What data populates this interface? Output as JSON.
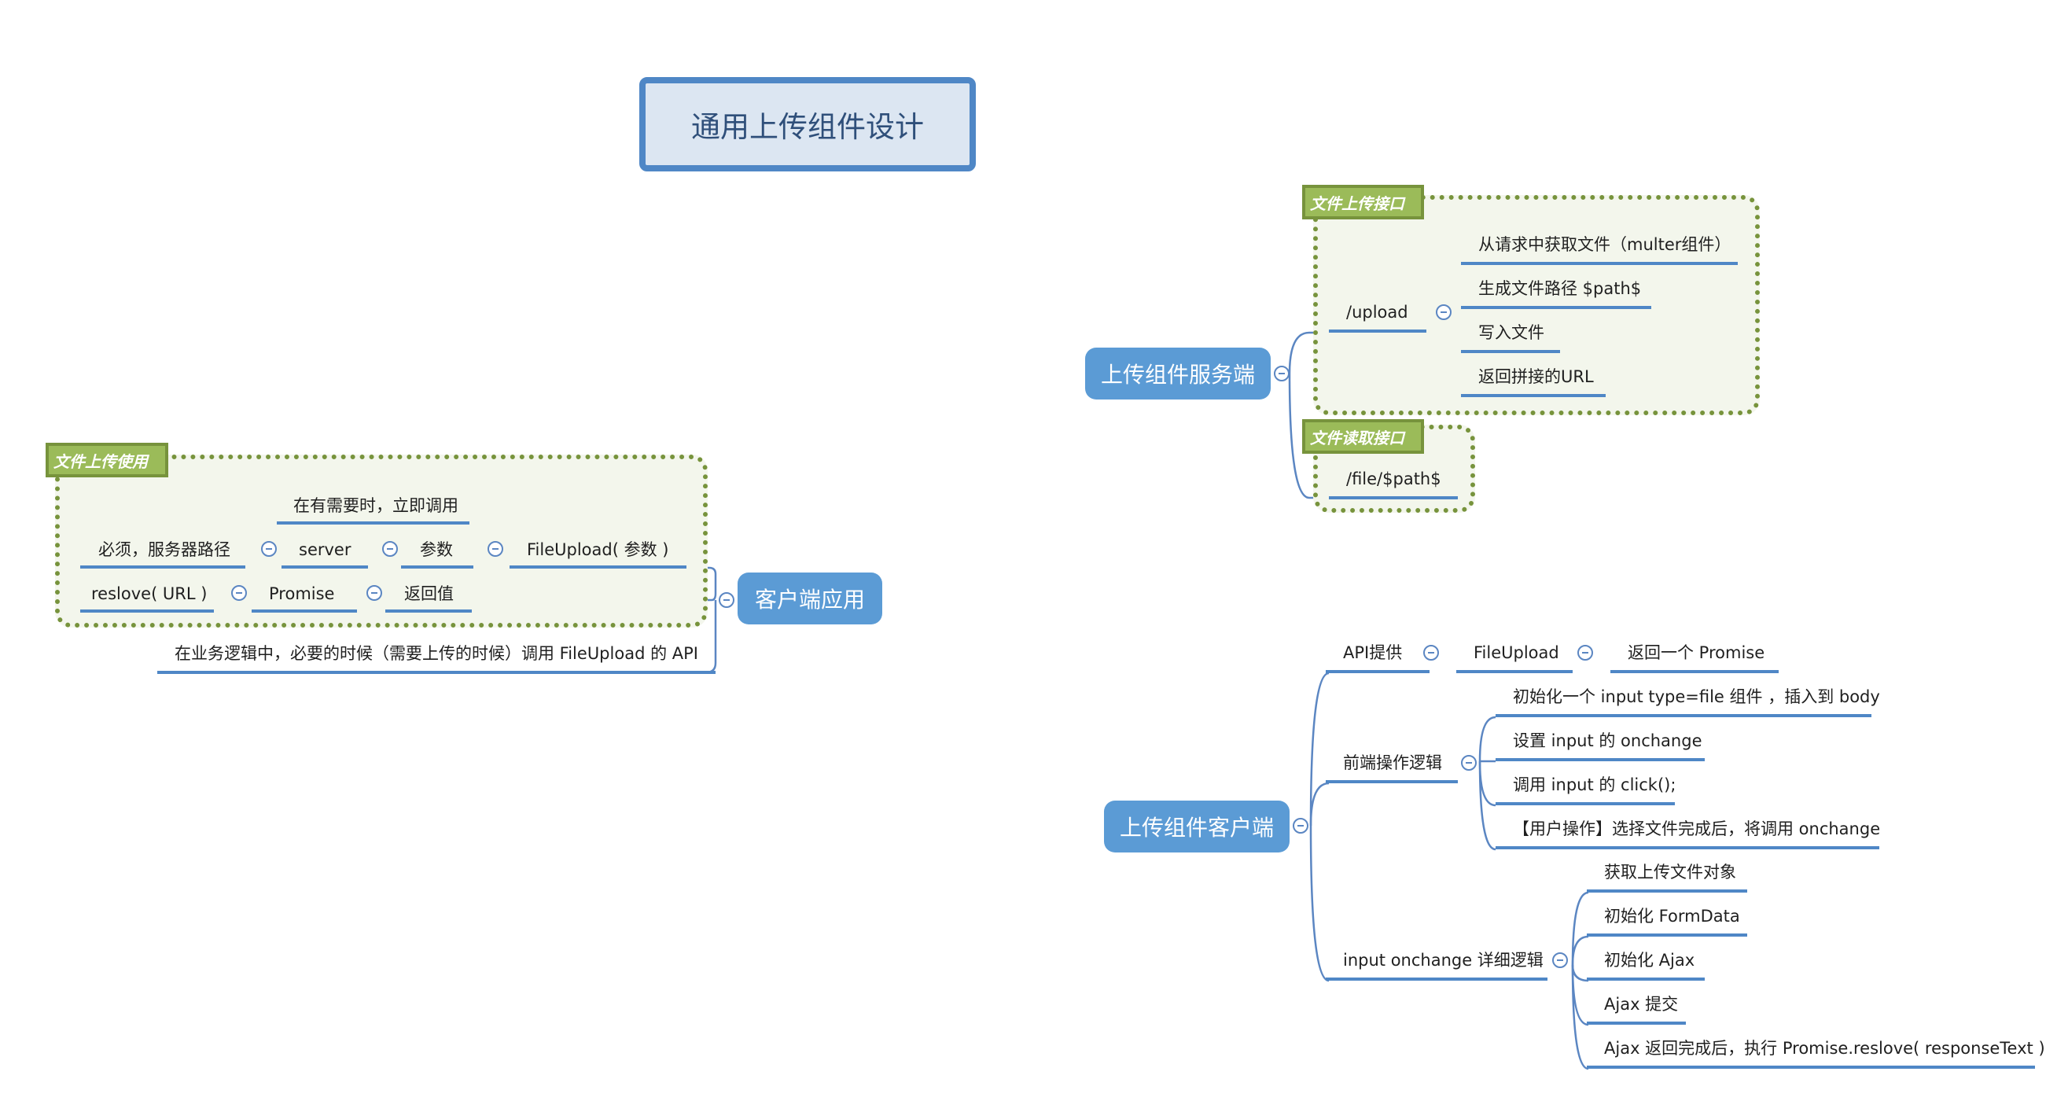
{
  "title": "通用上传组件设计",
  "client_app": {
    "label": "客户端应用",
    "boundary_label": "文件上传使用",
    "immediate_call": "在有需要时，立即调用",
    "required_server_path": "必须，服务器路径",
    "server": "server",
    "params": "参数",
    "file_upload_call": "FileUpload(  参数  )",
    "reslove_url": "reslove( URL )",
    "promise": "Promise",
    "return_value": "返回值",
    "business_logic": "在业务逻辑中，必要的时候（需要上传的时候）调用  FileUpload 的 API"
  },
  "server_side": {
    "label": "上传组件服务端",
    "upload_boundary_label": "文件上传接口",
    "upload": "/upload",
    "upload_steps": [
      "从请求中获取文件（multer组件）",
      "生成文件路径 $path$",
      "写入文件",
      "返回拼接的URL"
    ],
    "read_boundary_label": "文件读取接口",
    "file_path": "/file/$path$"
  },
  "client_side": {
    "label": "上传组件客户端",
    "api": "API提供",
    "file_upload": "FileUpload",
    "returns_promise": "返回一个 Promise",
    "frontend_logic": "前端操作逻辑",
    "frontend_steps": [
      "初始化一个 input type=file 组件 ，插入到 body",
      "设置 input 的 onchange",
      "调用 input 的 click();",
      "【用户操作】选择文件完成后，将调用 onchange"
    ],
    "onchange_logic": "input onchange 详细逻辑",
    "onchange_steps": [
      "获取上传文件对象",
      "初始化 FormData",
      "初始化 Ajax",
      "Ajax 提交",
      "Ajax  返回完成后，执行 Promise.reslove( responseText )"
    ]
  },
  "colors": {
    "topic": "#5b9bd5",
    "central_border": "#4f87c6",
    "central_fill": "#dce6f2",
    "boundary": "#77933c",
    "boundary_fill": "#f3f6ec",
    "tag_fill": "#9bbb59",
    "line": "#4f87c6"
  }
}
